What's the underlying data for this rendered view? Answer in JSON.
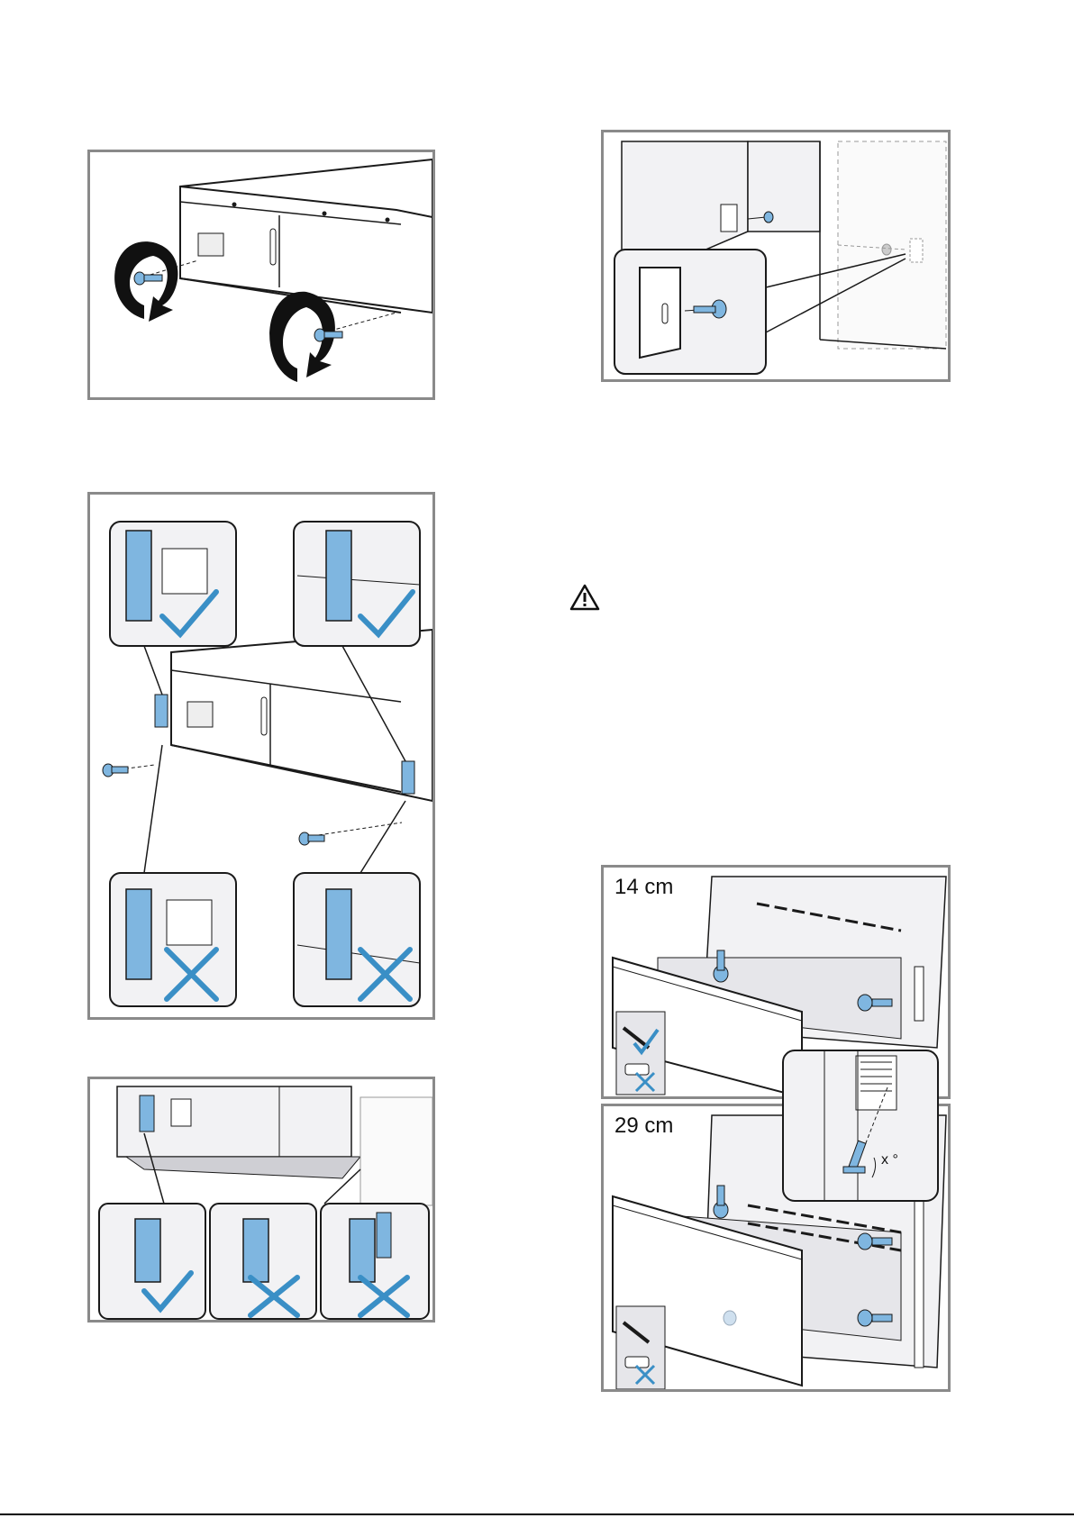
{
  "figures": {
    "drawer_14": {
      "label": "14 cm"
    },
    "drawer_29": {
      "label": "29 cm"
    },
    "drawer_angle": {
      "label": "x °"
    }
  },
  "icons": {
    "warning": "warning-triangle-icon",
    "check": "checkmark-icon",
    "cross": "cross-icon",
    "screwdriver": "screwdriver-icon",
    "drill": "drill-icon"
  },
  "colors": {
    "frame": "#8a8a8a",
    "accent_blue": "#3a8fc6",
    "part_blue": "#7fb6e0",
    "line": "#1a1a1a",
    "panel_fill": "#f2f2f4"
  }
}
